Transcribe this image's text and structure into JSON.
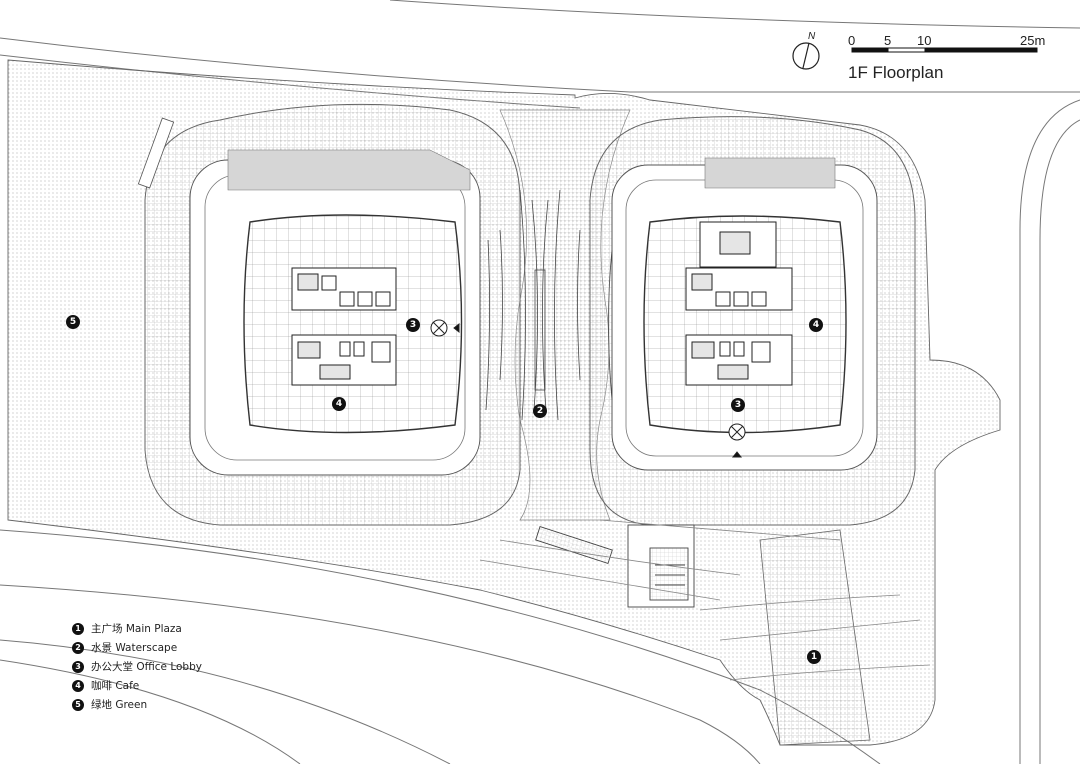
{
  "plan": {
    "title": "1F Floorplan",
    "scale_ticks": [
      "0",
      "5",
      "10",
      "25m"
    ],
    "north_label": "N"
  },
  "legend": [
    {
      "num": "1",
      "text": "主广场 Main Plaza"
    },
    {
      "num": "2",
      "text": "水景 Waterscape"
    },
    {
      "num": "3",
      "text": "办公大堂 Office Lobby"
    },
    {
      "num": "4",
      "text": "咖啡 Cafe"
    },
    {
      "num": "5",
      "text": "绿地 Green"
    }
  ],
  "markers": {
    "main_plaza": "1",
    "waterscape": "2",
    "lobby_left": "3",
    "lobby_right": "3",
    "cafe_left": "4",
    "cafe_right": "4",
    "green": "5"
  }
}
